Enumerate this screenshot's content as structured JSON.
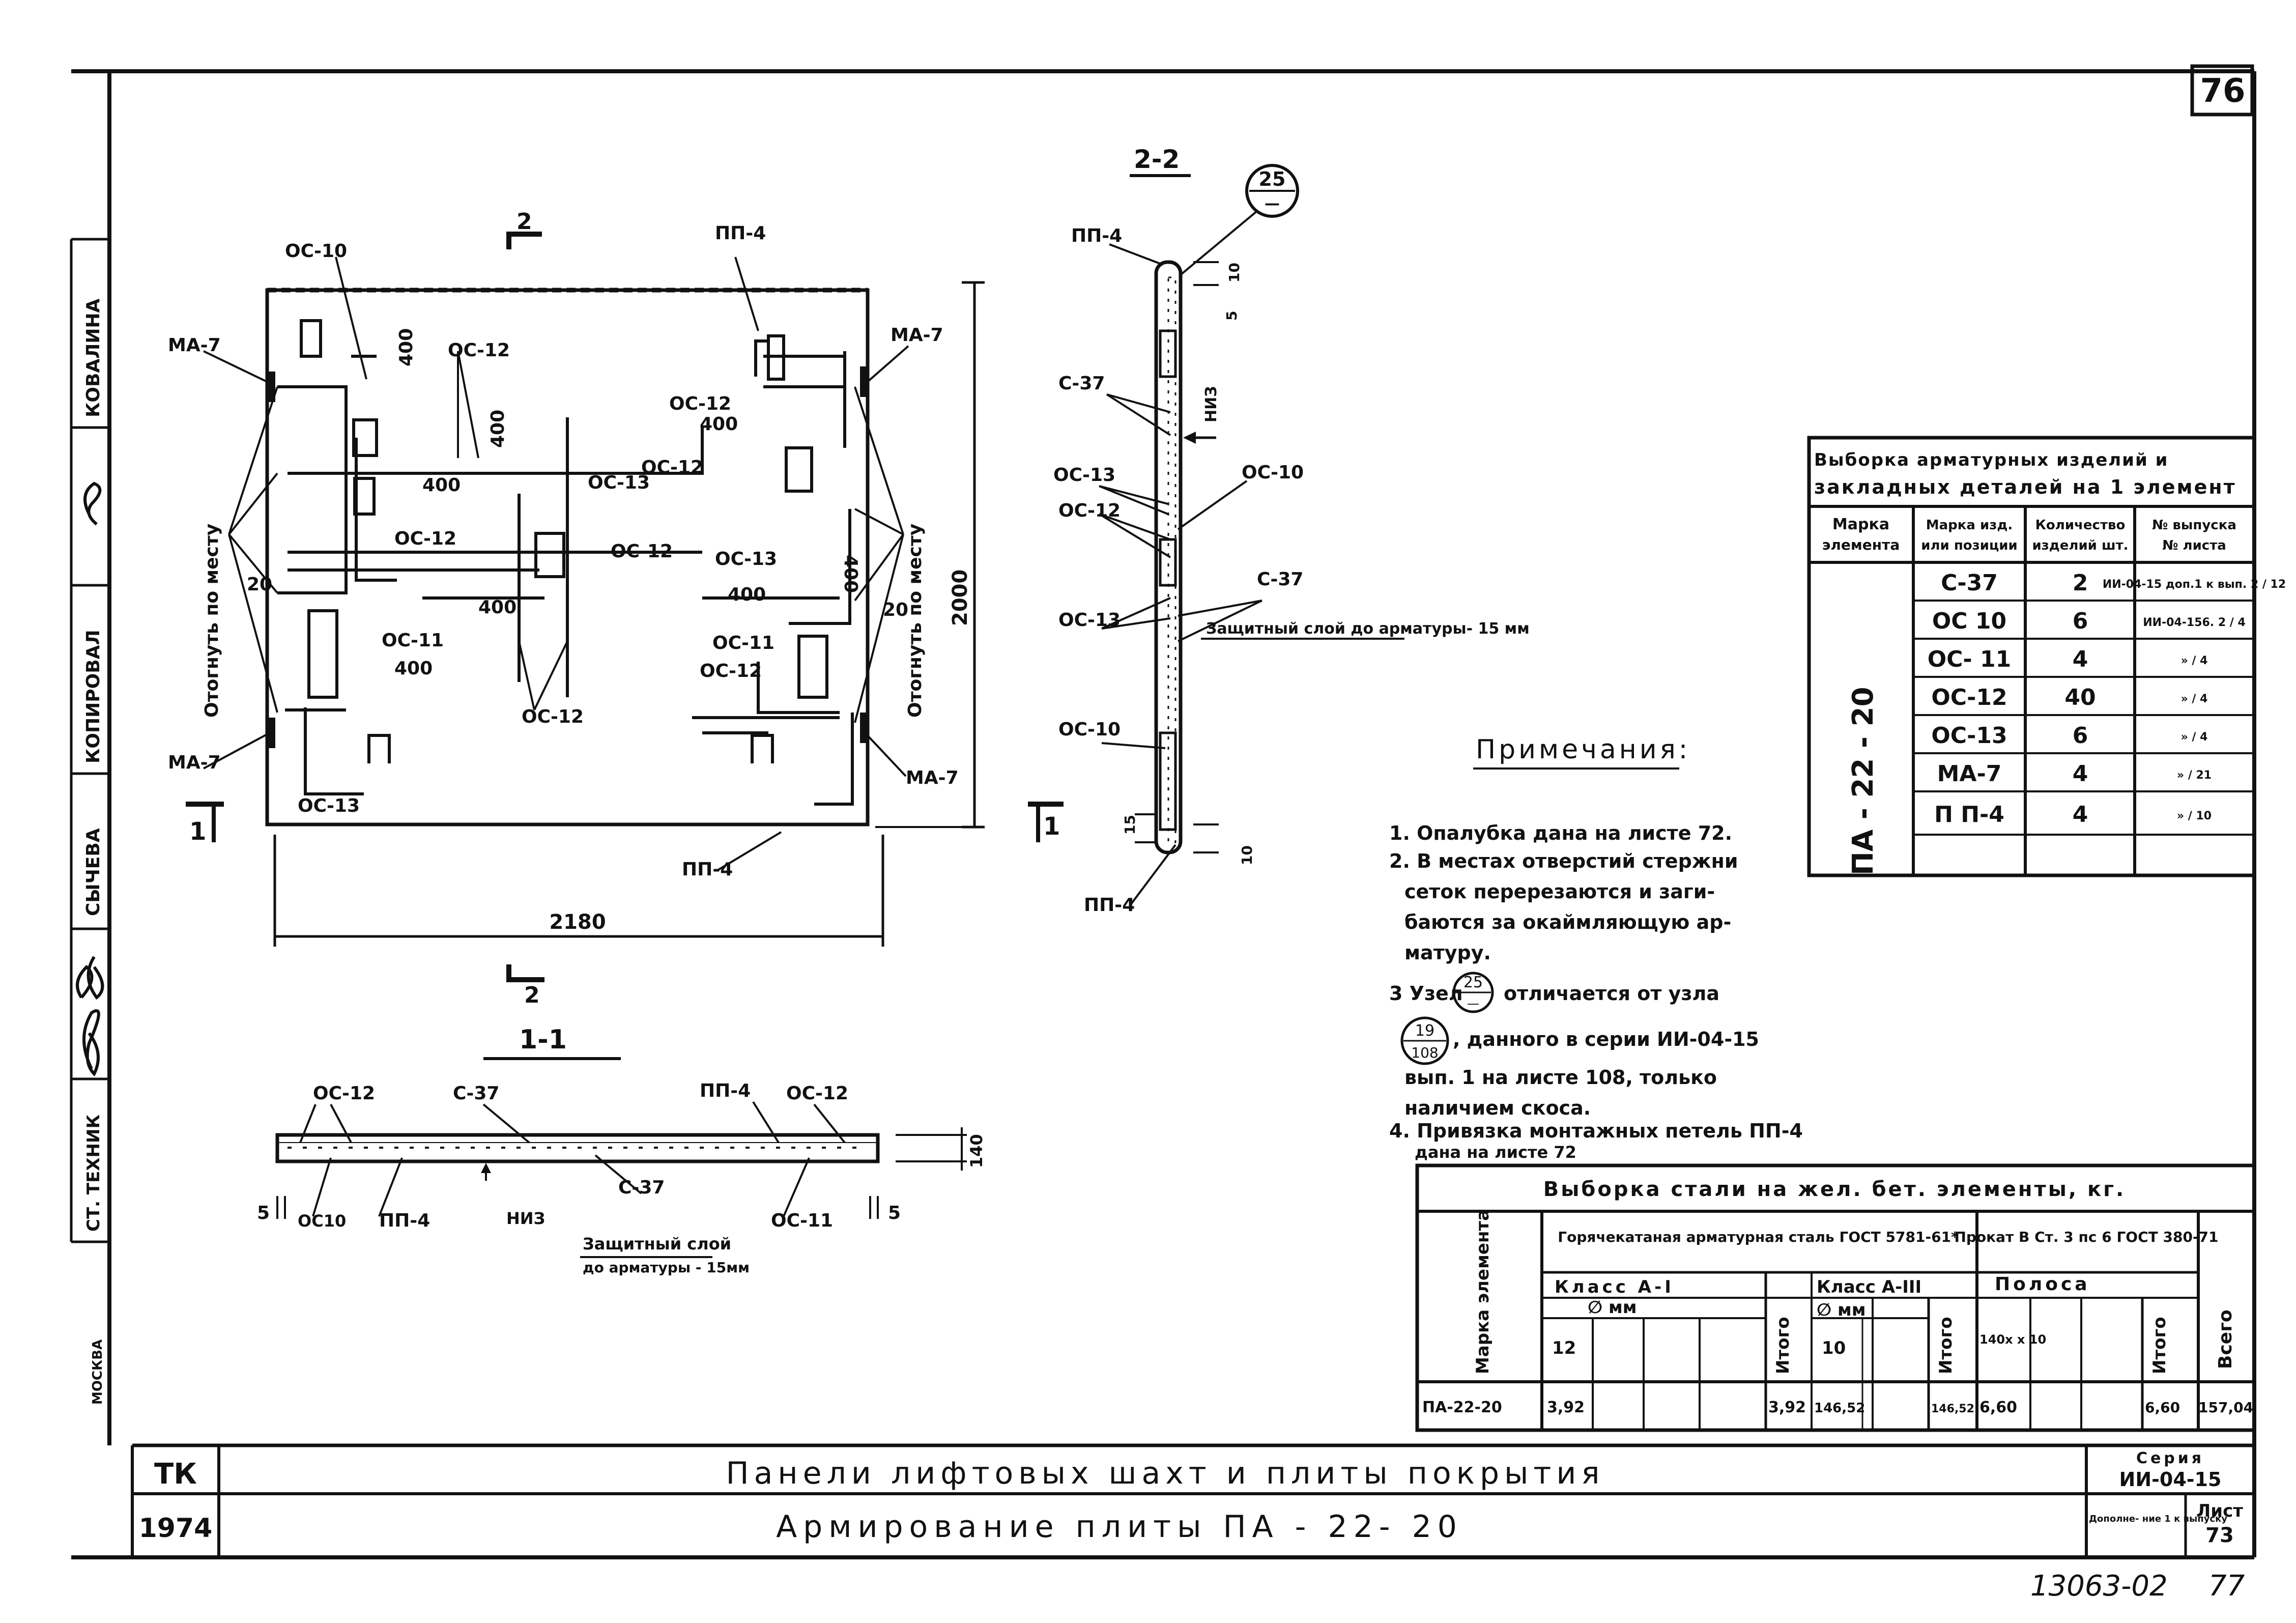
{
  "sheet": {
    "page_number": "76",
    "series_code": "13063-02",
    "series_code_page": "77"
  },
  "left_stamp": {
    "roles": [
      "КОВАЛИНА",
      "КОПИРОВАЛ",
      "СЫЧЕВА",
      "СТ. ТЕХНИК",
      "МОСКВА"
    ],
    "signatures": [
      "signature-1",
      "signature-2",
      "signature-3",
      "signature-4"
    ]
  },
  "plan": {
    "dimension_width": "2180",
    "dimension_height": "2000",
    "section_cut_top": "2",
    "section_cut_bottom": "2",
    "section_cut_left": "1",
    "section_cut_right": "1",
    "side_note_left": "Отогнуть по месту",
    "side_note_right": "Отогнуть по месту",
    "labels": {
      "oc10_top": "ОС-10",
      "ma7_tl": "МА-7",
      "ma7_tr": "МА-7",
      "ma7_bl": "МА-7",
      "ma7_br": "МА-7",
      "pp4_top": "ПП-4",
      "pp4_bottom": "ПП-4",
      "oc12_a": "ОС-12",
      "oc12_b": "ОС-12",
      "oc12_c": "ОС-12",
      "oc12_d": "ОС-12",
      "oc12_e": "ОС-12",
      "oc12_f": "ОС-12",
      "oc12_g": "ОС-12",
      "oc13_a": "ОС-13",
      "oc13_b": "ОС-13",
      "oc13_c": "ОС-13",
      "oc11_a": "ОС-11",
      "oc11_b": "ОС-11",
      "d400_a": "400",
      "d400_b": "400",
      "d400_c": "400",
      "d400_d": "400",
      "d400_e": "400",
      "d400_f": "400",
      "d400_g": "400",
      "d400_h": "400",
      "d20_a": "20",
      "d20_b": "20"
    }
  },
  "section22": {
    "title": "2-2",
    "node_num": "25",
    "node_den": "—",
    "labels": {
      "pp4_top": "ПП-4",
      "c37_a": "С-37",
      "oc13_a": "ОС-13",
      "oc12": "ОС-12",
      "oc13_b": "ОС-13",
      "oc10_a": "ОС-10",
      "oc10_b": "ОС-10",
      "c37_b": "С-37",
      "pp4_bottom": "ПП-4",
      "niz": "НИЗ",
      "cover": "Защитный слой до арматуры- 15 мм",
      "d10_top": "10",
      "d5": "5",
      "d15": "15",
      "d10_bottom": "10"
    }
  },
  "section11": {
    "title": "1-1",
    "labels": {
      "oc12_l": "ОС-12",
      "c37_a": "С-37",
      "pp4_a": "ПП-4",
      "oc12_r": "ОС-12",
      "oc10": "ОС10",
      "pp4_b": "ПП-4",
      "niz": "НИЗ",
      "c37_b": "С-37",
      "oc11": "ОС-11",
      "d5_l": "5",
      "d5_r": "5",
      "d140": "140",
      "cover_1": "Защитный слой",
      "cover_2": "до арматуры - 15мм"
    }
  },
  "notes": {
    "heading": "Примечания:",
    "lines": [
      "1. Опалубка дана на листе 72.",
      "2. В местах отверстий стержни",
      "сеток перерезаются и заги-",
      "баются за окаймляющую ар-",
      "матуру.",
      "3 Узел",
      "отличается от узла",
      ", данного в серии ИИ-04-15",
      "вып. 1 на листе 108, только",
      "наличием скоса.",
      "4. Привязка монтажных петель ПП-4",
      "дана на листе 72"
    ],
    "node_a_num": "25",
    "node_a_den": "—",
    "node_b_num": "19",
    "node_b_den": "108"
  },
  "table1": {
    "title_1": "Выборка арматурных изделий и",
    "title_2": "закладных деталей на 1 элемент",
    "headers": [
      [
        "Марка",
        "элемента"
      ],
      [
        "Марка изд.",
        "или позиции"
      ],
      [
        "Количество",
        "изделий шт."
      ],
      [
        "№ выпуска",
        "№ листа"
      ]
    ],
    "element": "ПА - 22 - 20",
    "rows": [
      {
        "mark": "С-37",
        "qty": "2",
        "sheet": "ИИ-04-15 доп.1 к вып. 2 / 12"
      },
      {
        "mark": "ОС 10",
        "qty": "6",
        "sheet": "ИИ-04-156. 2 / 4"
      },
      {
        "mark": "ОС- 11",
        "qty": "4",
        "sheet": "» / 4"
      },
      {
        "mark": "ОС-12",
        "qty": "40",
        "sheet": "» / 4"
      },
      {
        "mark": "ОС-13",
        "qty": "6",
        "sheet": "» / 4"
      },
      {
        "mark": "МА-7",
        "qty": "4",
        "sheet": "» / 21"
      },
      {
        "mark": "П П-4",
        "qty": "4",
        "sheet": "» / 10"
      },
      {
        "mark": "",
        "qty": "",
        "sheet": ""
      }
    ]
  },
  "table2": {
    "title": "Выборка стали на жел. бет. элементы, кг.",
    "col_mark": "Марка элемента",
    "group1": "Горячекатаная арматурная сталь ГОСТ 5781-61*",
    "group2": "Прокат В Ст. 3 пс 6 ГОСТ 380-71",
    "class1": "Класс А-I",
    "class2": "Класс А-III",
    "dia1": "∅ мм",
    "dia2": "∅ мм",
    "strip": "Полоса",
    "total_lbl": "Итого",
    "grand_lbl": "Всего",
    "d12": "12",
    "d10": "10",
    "strip_size": "140х х 10",
    "row": {
      "mark": "ПА-22-20",
      "v12": "3,92",
      "sum1": "3,92",
      "v10": "146,52",
      "sum2": "146,52",
      "vstrip": "6,60",
      "sum3": "6,60",
      "total": "157,04"
    }
  },
  "title_block": {
    "org": "ТК",
    "year": "1974",
    "title": "Панели лифтовых шахт и плиты покрытия",
    "subtitle": "Армирование плиты ПА - 22- 20",
    "series_lbl": "Серия",
    "series_val": "ИИ-04-15",
    "addendum": "Дополне- ние 1 к выпуску",
    "sheet_lbl": "Лист",
    "sheet_val": "73"
  }
}
